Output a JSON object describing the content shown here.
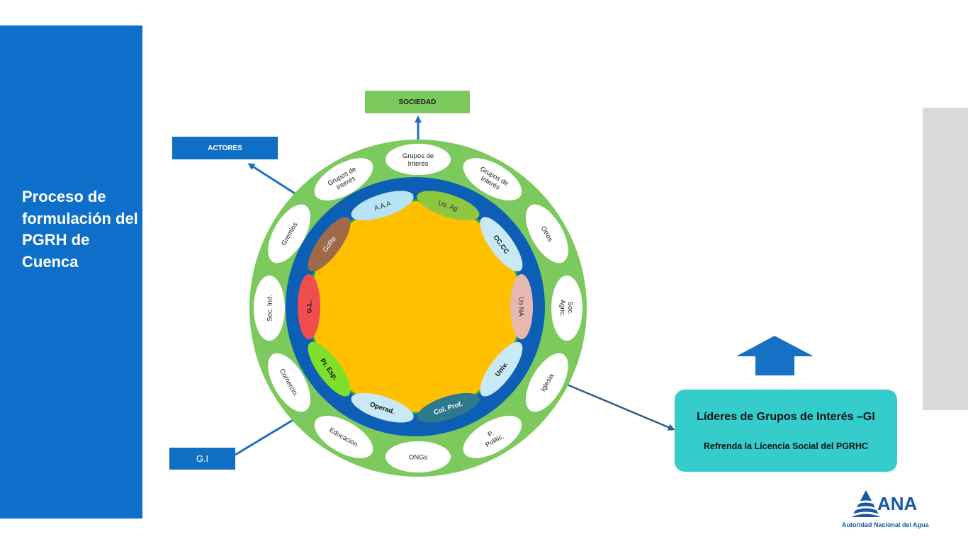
{
  "slide": {
    "title": "Proceso de formulación del PGRH de Cuenca"
  },
  "boxes": {
    "sociedad": "SOCIEDAD",
    "actores": "ACTORES",
    "gi": "G.I"
  },
  "outer_ring": [
    "Grupos de Interés",
    "Grupos de Interés",
    "Otros",
    "Soc. Agric.",
    "Iglesia",
    "P. Politic.",
    "ONGs",
    "Educación",
    "Comercio.",
    "Soc. Ind.",
    "Gremios",
    "Grupos de Interés"
  ],
  "inner_ring": [
    "A.A.A",
    "Us. Ag",
    "CC.CC",
    "Us NA",
    "Univ.",
    "Col. Prof.",
    "Operad.",
    "Pr. Esp.",
    "G.L.",
    "GoRe"
  ],
  "leaders": {
    "title": "Líderes  de  Grupos de Interés –GI",
    "subtitle": "Refrenda la Licencia Social del PGRHC"
  },
  "logo": {
    "name": "ANA",
    "subtitle": "Autoridad Nacional del Agua"
  },
  "colors": {
    "panel": "#0d6fc9",
    "outer_ring": "#7cc95e",
    "inner_ring": "#0c5fb5",
    "core": "#ffc000",
    "teal_box": "#35cccc"
  }
}
